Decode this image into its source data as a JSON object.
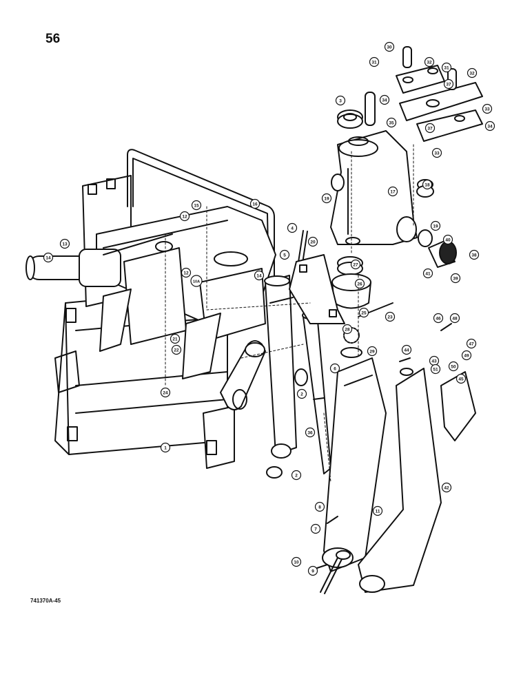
{
  "page_number": "56",
  "drawing_number": "741370A-45",
  "callouts": [
    "1",
    "2",
    "2",
    "3",
    "4",
    "5",
    "6",
    "7",
    "8",
    "9",
    "10",
    "11",
    "12",
    "12",
    "13",
    "14",
    "14",
    "15",
    "16",
    "17",
    "18",
    "19",
    "19",
    "20",
    "21",
    "22",
    "23",
    "24",
    "25",
    "26",
    "27",
    "28",
    "29",
    "30",
    "31",
    "31",
    "32",
    "32",
    "33",
    "33",
    "34",
    "34",
    "35",
    "36",
    "37",
    "37",
    "38",
    "39",
    "40",
    "41",
    "42",
    "43",
    "44",
    "45",
    "46",
    "47",
    "48",
    "49",
    "50",
    "51",
    "10A"
  ]
}
